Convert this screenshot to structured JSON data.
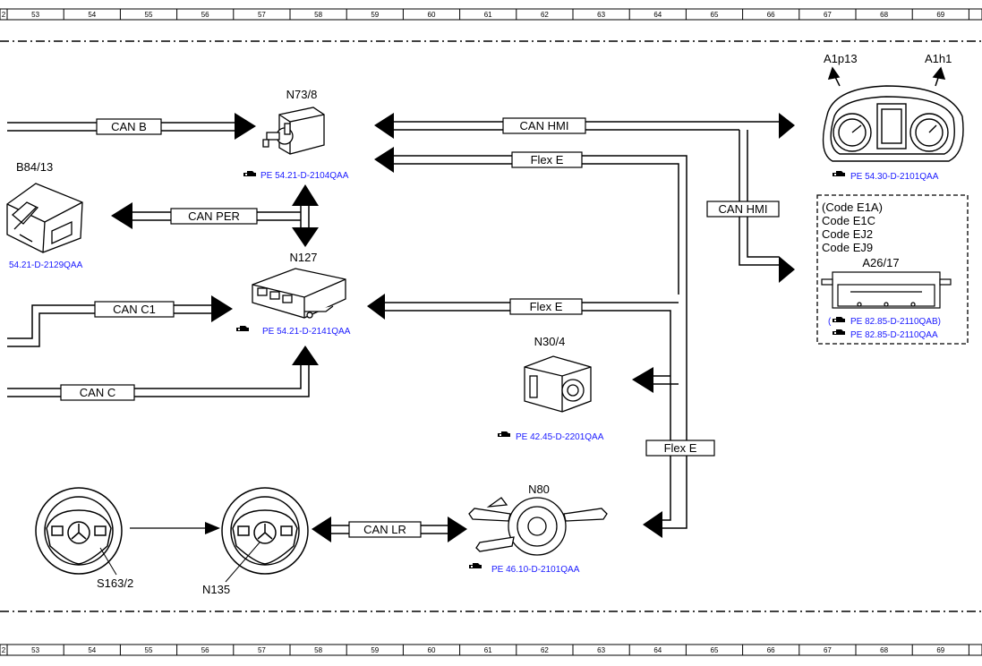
{
  "ruler": {
    "numbers": [
      "2",
      "53",
      "54",
      "55",
      "56",
      "57",
      "58",
      "59",
      "60",
      "61",
      "62",
      "63",
      "64",
      "65",
      "66",
      "67",
      "68",
      "69"
    ]
  },
  "components": {
    "n73_8": {
      "label": "N73/8",
      "ref": "PE 54.21-D-2104QAA"
    },
    "b84_13": {
      "label": "B84/13",
      "ref": "54.21-D-2129QAA"
    },
    "n127": {
      "label": "N127",
      "ref": "PE 54.21-D-2141QAA"
    },
    "a1": {
      "label_left": "A1p13",
      "label_right": "A1h1",
      "ref": "PE 54.30-D-2101QAA"
    },
    "a26_17": {
      "label": "A26/17",
      "codes": [
        "(Code E1A)",
        "Code E1C",
        "Code EJ2",
        "Code EJ9"
      ],
      "ref1": "PE 82.85-D-2110QAB)",
      "ref1_prefix": "(",
      "ref2": "PE 82.85-D-2110QAA"
    },
    "n30_4": {
      "label": "N30/4",
      "ref": "PE 42.45-D-2201QAA"
    },
    "n80": {
      "label": "N80",
      "ref": "PE 46.10-D-2101QAA"
    },
    "s163_2": {
      "label": "S163/2"
    },
    "n135": {
      "label": "N135"
    }
  },
  "buses": {
    "can_b": "CAN B",
    "can_per": "CAN PER",
    "can_c1": "CAN C1",
    "can_c": "CAN C",
    "can_hmi_top": "CAN HMI",
    "can_hmi_vert": "CAN HMI",
    "flex_e_1": "Flex E",
    "flex_e_2": "Flex E",
    "flex_e_3": "Flex E",
    "can_lr": "CAN LR"
  },
  "icons": [
    "reference-hand-icon",
    "ignition-switch-icon",
    "steering-wheel-icon",
    "instrument-cluster-icon",
    "control-unit-icon",
    "camera-icon",
    "steering-column-module-icon",
    "sensor-icon"
  ]
}
